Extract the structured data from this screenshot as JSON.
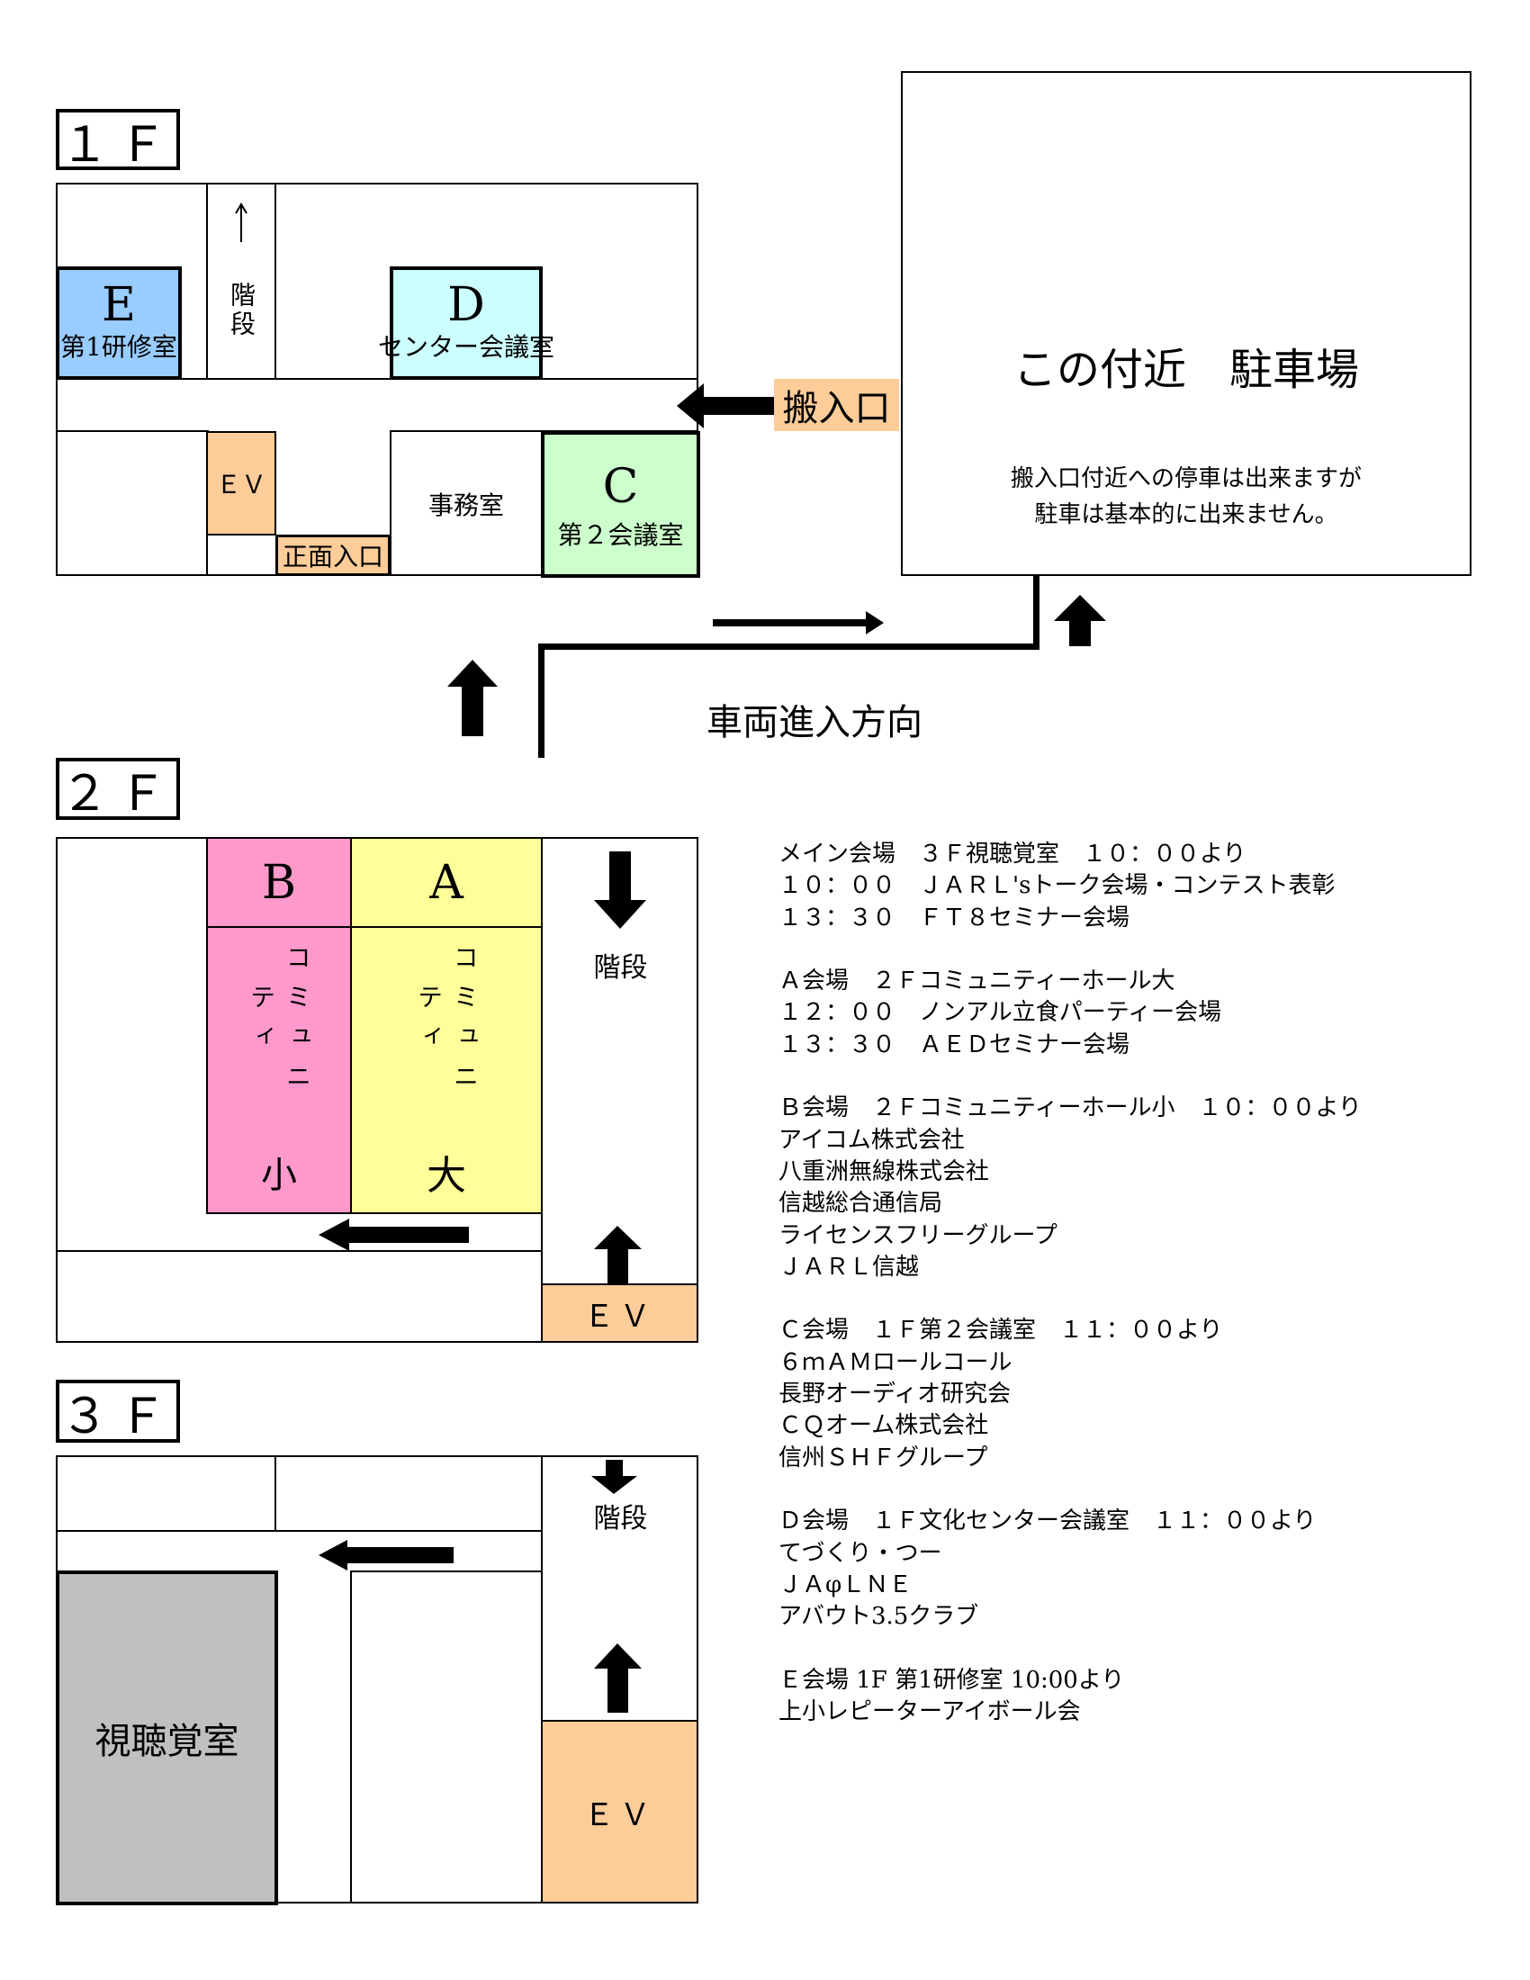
{
  "floors": {
    "f1": {
      "label": "１Ｆ",
      "rooms": {
        "e": {
          "letter": "E",
          "name": "第1研修室"
        },
        "stairs": "階段",
        "d": {
          "letter": "D",
          "name": "センター会議室"
        },
        "ev": "ＥＶ",
        "entrance": "正面入口",
        "office": "事務室",
        "c": {
          "letter": "C",
          "name": "第２会議室"
        }
      },
      "loading_entrance": "搬入口"
    },
    "f2": {
      "label": "２Ｆ",
      "rooms": {
        "b": {
          "letter": "B",
          "name": "コミュニティ",
          "size": "小"
        },
        "a": {
          "letter": "A",
          "name": "コミュニティ",
          "size": "大"
        },
        "stairs": "階段",
        "ev": "ＥＶ"
      }
    },
    "f3": {
      "label": "３Ｆ",
      "rooms": {
        "av_room": "視聴覚室",
        "stairs": "階段",
        "ev": "ＥＶ"
      }
    }
  },
  "parking": {
    "title": "この付近　駐車場",
    "note_line1": "搬入口付近への停車は出来ますが",
    "note_line2": "駐車は基本的に出来ません。"
  },
  "vehicle_direction": "車両進入方向",
  "colors": {
    "e": "#99ccff",
    "d": "#ccffff",
    "c": "#ccffcc",
    "b": "#ff99cc",
    "a": "#ffff99",
    "ev": "#fccc99",
    "av": "#c0c0c0"
  },
  "schedule": [
    "メイン会場　３Ｆ視聴覚室　１０：００より",
    "１０：００　ＪＡＲＬ'sトーク会場・コンテスト表彰",
    "１３：３０　ＦＴ８セミナー会場",
    "",
    "Ａ会場　２Ｆコミュニティーホール大",
    "１２：００　ノンアル立食パーティー会場",
    "１３：３０　ＡＥＤセミナー会場",
    "",
    "Ｂ会場　２Ｆコミュニティーホール小　１０：００より",
    "アイコム株式会社",
    "八重洲無線株式会社",
    "信越総合通信局",
    "ライセンスフリーグループ",
    "ＪＡＲＬ信越",
    "",
    "Ｃ会場　１Ｆ第２会議室　１１：００より",
    "６ｍＡＭロールコール",
    "長野オーディオ研究会",
    "ＣＱオーム株式会社",
    "信州ＳＨＦグループ",
    "",
    "Ｄ会場　１Ｆ文化センター会議室　１１：００より",
    "てづくり・つー",
    "ＪＡφＬＮＥ",
    "アバウト3.5クラブ",
    "",
    "Ｅ会場 1F 第1研修室 10:00より",
    "上小レピーターアイボール会"
  ]
}
